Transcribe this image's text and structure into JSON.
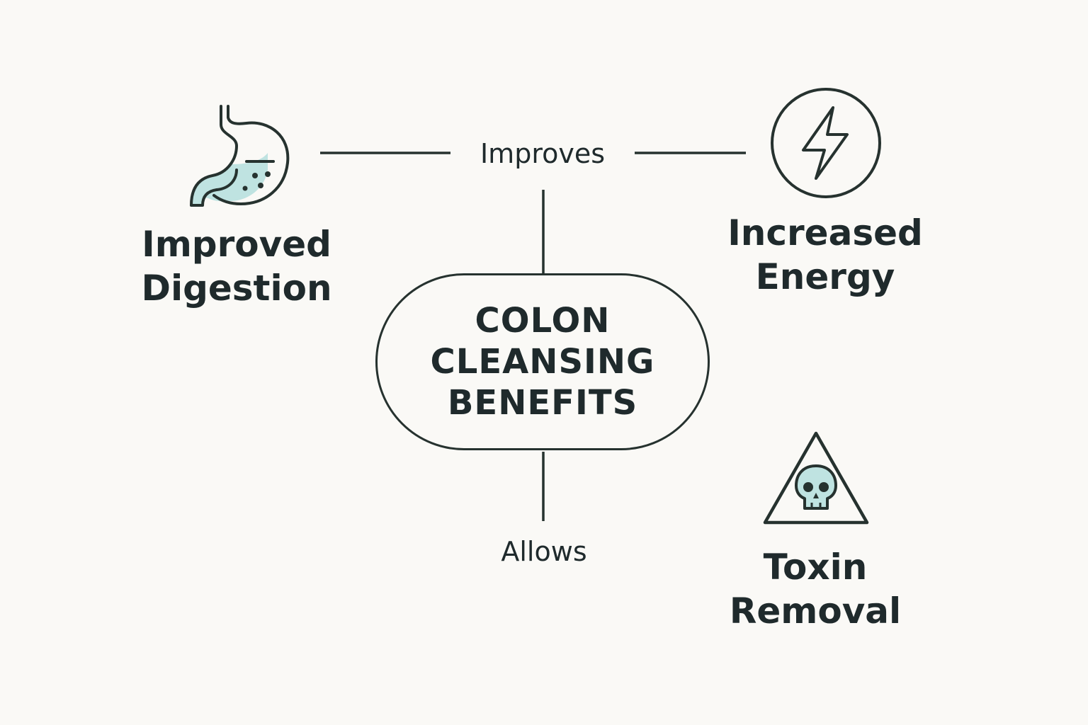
{
  "center": {
    "lines": [
      "COLON",
      "CLEANSING",
      "BENEFITS"
    ]
  },
  "edges": {
    "top_label": "Improves",
    "bottom_label": "Allows"
  },
  "nodes": {
    "digestion": {
      "lines": [
        "Improved",
        "Digestion"
      ],
      "icon": "stomach-icon"
    },
    "energy": {
      "lines": [
        "Increased",
        "Energy"
      ],
      "icon": "lightning-bolt-icon"
    },
    "toxin": {
      "lines": [
        "Toxin",
        "Removal"
      ],
      "icon": "skull-warning-icon"
    }
  },
  "colors": {
    "background": "#faf9f6",
    "stroke": "#26322f",
    "text": "#1f2a2c",
    "accent_fill": "#bfe3e1"
  }
}
